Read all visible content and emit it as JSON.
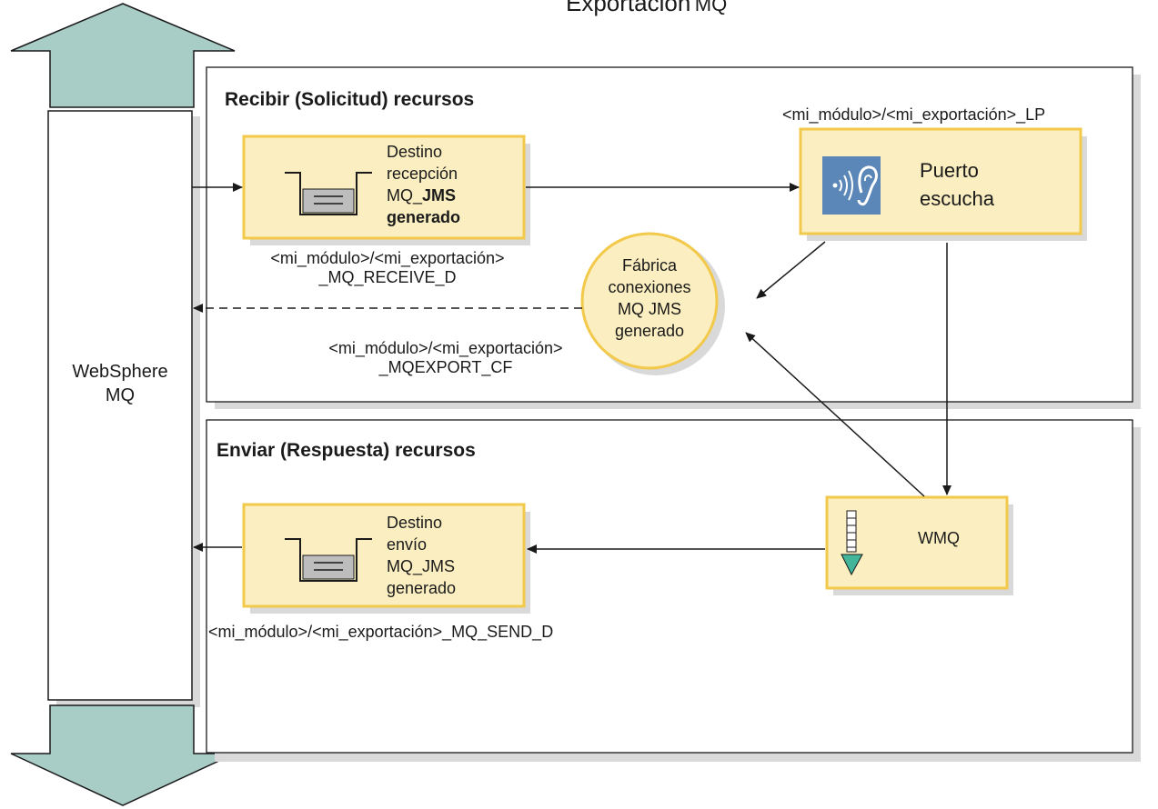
{
  "title": {
    "main": "Exportación",
    "suffix": "MQ"
  },
  "websphere": {
    "line1": "WebSphere",
    "line2": "MQ"
  },
  "receive_section": {
    "title": "Recibir (Solicitud) recursos"
  },
  "send_section": {
    "title": "Enviar (Respuesta) recursos"
  },
  "receive_destination": {
    "line1": "Destino",
    "line2": "recepción",
    "line3_prefix": "MQ_",
    "line3_bold": "JMS",
    "line4": "generado",
    "name_line1": "<mi_módulo>/<mi_exportación>",
    "name_line2": "_MQ_RECEIVE_D"
  },
  "listener_port": {
    "name": "<mi_módulo>/<mi_exportación>_LP",
    "line1": "Puerto",
    "line2": "escucha"
  },
  "connection_factory": {
    "line1": "Fábrica",
    "line2": "conexiones",
    "line3": "MQ JMS",
    "line4": "generado",
    "name_line1": "<mi_módulo>/<mi_exportación>",
    "name_line2": "_MQEXPORT_CF"
  },
  "send_destination": {
    "line1": "Destino",
    "line2": "envío",
    "line3": "MQ_JMS",
    "line4": "generado",
    "name": "<mi_módulo>/<mi_exportación>_MQ_SEND_D"
  },
  "wmq": {
    "label": "WMQ"
  },
  "colors": {
    "box_fill": "#fbeec0",
    "box_border": "#f2c94a",
    "shadow": "#d9d9d9",
    "arrow_teal": "#a8ccc6",
    "listener_icon_bg": "#5b86b8",
    "wmq_arrow": "#43b59a"
  }
}
